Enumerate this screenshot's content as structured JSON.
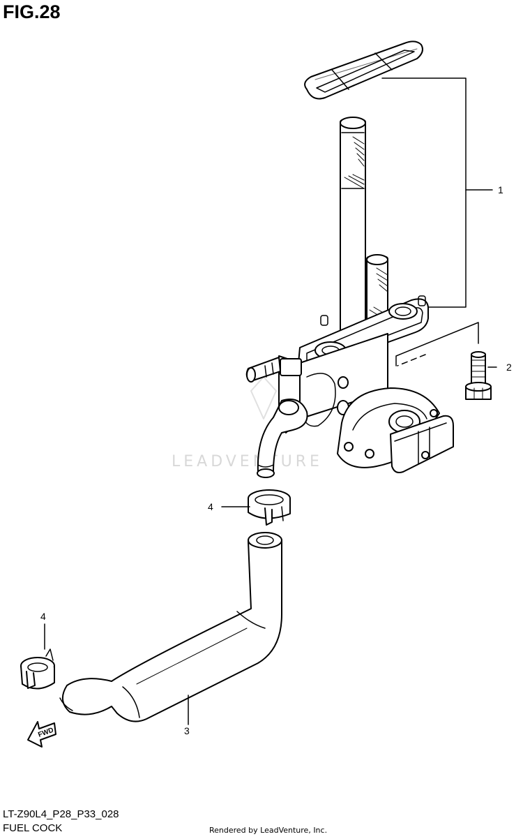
{
  "figure": {
    "title": "FIG.28",
    "code": "LT-Z90L4_P28_P33_028",
    "name": "FUEL COCK",
    "credit": "Rendered by LeadVenture, Inc.",
    "watermark": "LEADVENTURE"
  },
  "callouts": [
    {
      "id": "c1",
      "label": "1"
    },
    {
      "id": "c2",
      "label": "2"
    },
    {
      "id": "c3",
      "label": "3"
    },
    {
      "id": "c4a",
      "label": "4"
    },
    {
      "id": "c4b",
      "label": "4"
    }
  ],
  "icons": {
    "fwd": "FWD"
  }
}
